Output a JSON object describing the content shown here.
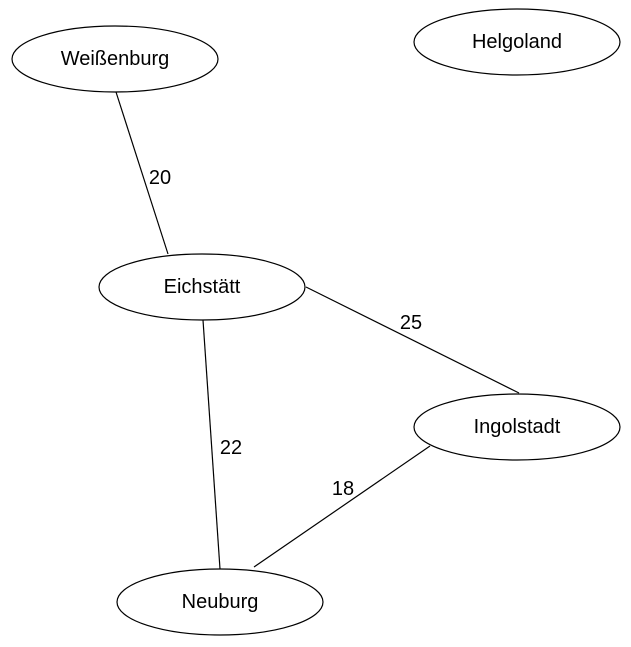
{
  "graph": {
    "nodes": [
      {
        "id": "weissenburg",
        "label": "Weißenburg"
      },
      {
        "id": "helgoland",
        "label": "Helgoland"
      },
      {
        "id": "eichstaett",
        "label": "Eichstätt"
      },
      {
        "id": "ingolstadt",
        "label": "Ingolstadt"
      },
      {
        "id": "neuburg",
        "label": "Neuburg"
      }
    ],
    "edges": [
      {
        "from": "weissenburg",
        "to": "eichstaett",
        "label": "20"
      },
      {
        "from": "eichstaett",
        "to": "ingolstadt",
        "label": "25"
      },
      {
        "from": "eichstaett",
        "to": "neuburg",
        "label": "22"
      },
      {
        "from": "ingolstadt",
        "to": "neuburg",
        "label": "18"
      }
    ]
  }
}
